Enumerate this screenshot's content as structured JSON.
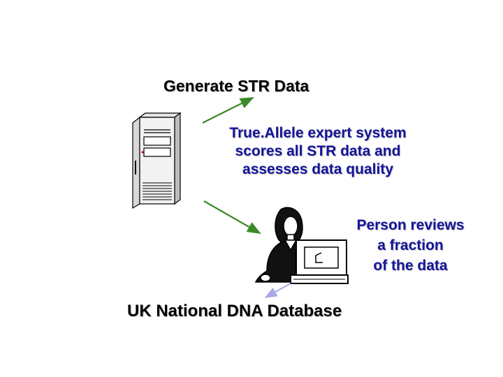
{
  "steps": {
    "generate": "Generate STR Data",
    "system_lines": [
      "True.Allele expert system",
      "scores all STR data and",
      "assesses data quality"
    ],
    "person_lines": [
      "Person reviews",
      "a fraction",
      "of the data"
    ],
    "database": "UK National DNA Database"
  },
  "colors": {
    "arrow_green": "#3a8a2a",
    "arrow_lavender": "#a8a8e6",
    "text_blue": "#14149a"
  },
  "icons": [
    "server-tower-icon",
    "person-at-computer-icon"
  ]
}
